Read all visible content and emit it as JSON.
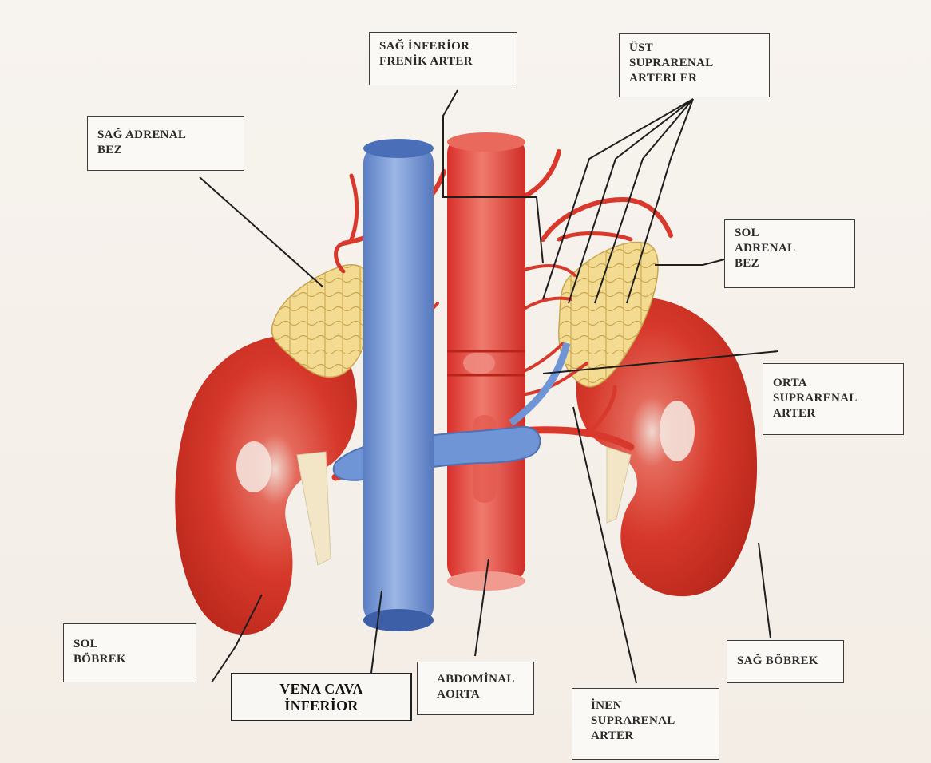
{
  "labels": {
    "sag_inferior_frenik_arter": [
      "SAĞ İNFERİOR",
      "FRENİK ARTER"
    ],
    "ust_suprarenal_arterler": [
      "ÜST",
      "SUPRARENAL",
      "ARTERLER"
    ],
    "sag_adrenal_bez": [
      "SAĞ ADRENAL",
      "BEZ"
    ],
    "sol_adrenal_bez": [
      "SOL",
      "ADRENAL",
      "BEZ"
    ],
    "orta_suprarenal_arter": [
      "ORTA",
      "SUPRARENAL",
      "ARTER"
    ],
    "sol_bobrek": [
      "SOL",
      "BÖBREK"
    ],
    "sag_bobrek": [
      "SAĞ BÖBREK"
    ],
    "abdominal_aorta": [
      "ABDOMİNAL",
      "AORTA"
    ],
    "inen_suprarenal_arter": [
      "İNEN",
      "SUPRARENAL",
      "ARTER"
    ],
    "vena_cava_inferior": [
      "VENA CAVA",
      "İNFERİOR"
    ]
  },
  "colors": {
    "background": "#f5f0ea",
    "kidney": "#d83a2c",
    "kidney_dark": "#b52418",
    "adrenal": "#f1d98a",
    "artery": "#e24a3c",
    "vein": "#6f95d6",
    "leader_line": "#1e1e1e"
  }
}
